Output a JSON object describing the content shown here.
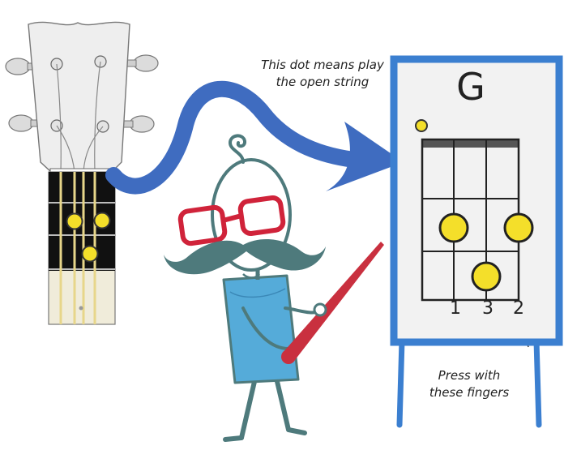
{
  "annotations": {
    "open_string_note": [
      "This dot means play",
      "the open string"
    ],
    "fingers_note": [
      "Press with",
      "these fingers"
    ]
  },
  "chord": {
    "name": "G",
    "fingers": [
      "1",
      "3",
      "2"
    ]
  },
  "colors": {
    "arrow": "#3f6cc0",
    "board_frame": "#3b7fd0",
    "board_paper": "#f2f2f2",
    "dot": "#f4df2a",
    "teacher_body": "#55abd9",
    "mustache": "#4e7a7c",
    "glasses": "#d0233a",
    "pointer": "#c9303f",
    "headstock": "#ececec",
    "fretboard": "#111111"
  },
  "icons": [
    "ukulele-headstock-icon",
    "teacher-character-icon",
    "curved-arrow-icon",
    "chord-chart-icon"
  ]
}
